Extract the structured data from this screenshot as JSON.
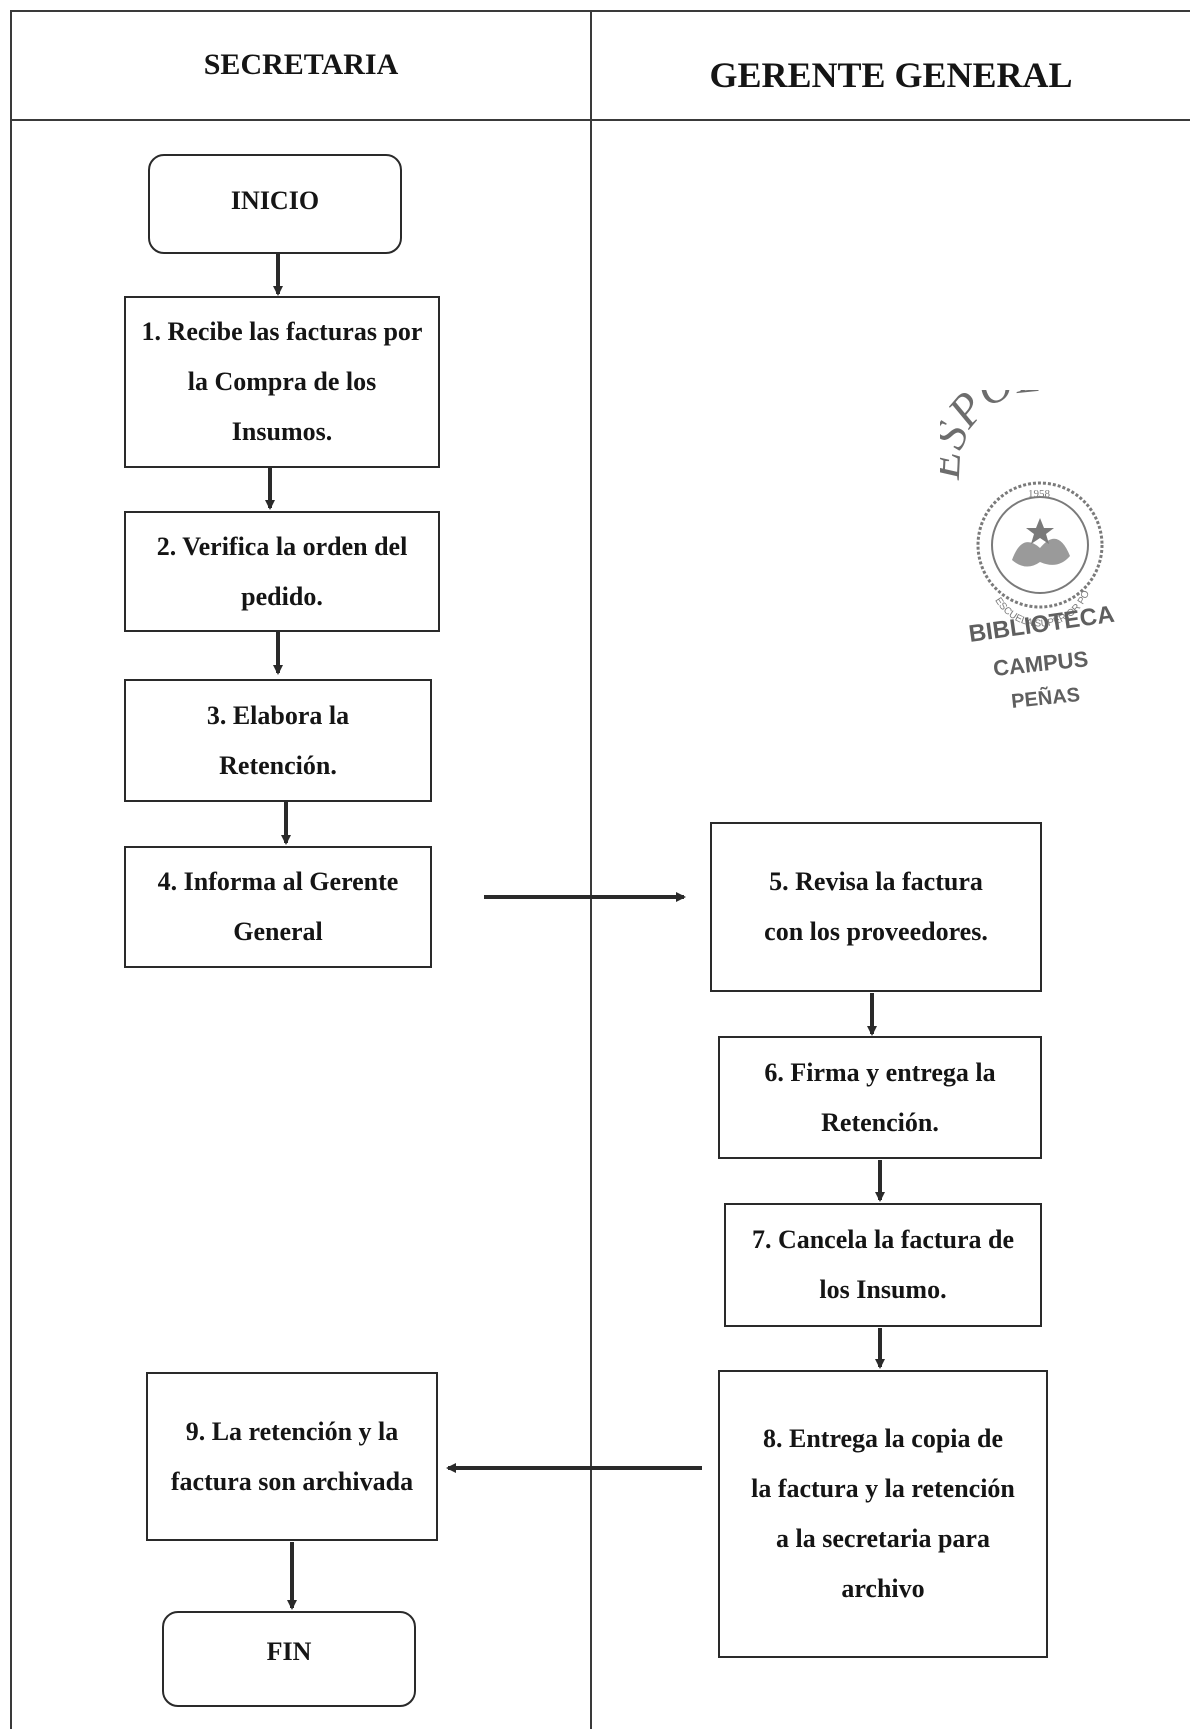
{
  "lanes": {
    "left_title": "SECRETARIA",
    "right_title": "GERENTE GENERAL"
  },
  "nodes": {
    "start": "INICIO",
    "step1": "1. Recibe las facturas por la Compra de los Insumos.",
    "step2": "2. Verifica la orden del pedido.",
    "step3": "3. Elabora la Retención.",
    "step4": "4. Informa al Gerente General",
    "step5": "5. Revisa la factura con los proveedores.",
    "step6": "6. Firma y entrega la Retención.",
    "step7": "7. Cancela la factura de los Insumo.",
    "step8": "8. Entrega la copia de la factura y la retención a la secretaria para archivo",
    "step9": "9. La retención y la factura son archivada",
    "end": "FIN"
  },
  "stamp": {
    "top_text": "ESPOL",
    "year": "1958",
    "ring_text": "ESCUELA SUPERIOR POLITECNICA DEL LITORAL",
    "line1": "BIBLIOTECA",
    "line2": "CAMPUS",
    "line3": "PEÑAS"
  },
  "colors": {
    "line": "#2a2a2a",
    "stamp": "#7a7a7a"
  }
}
